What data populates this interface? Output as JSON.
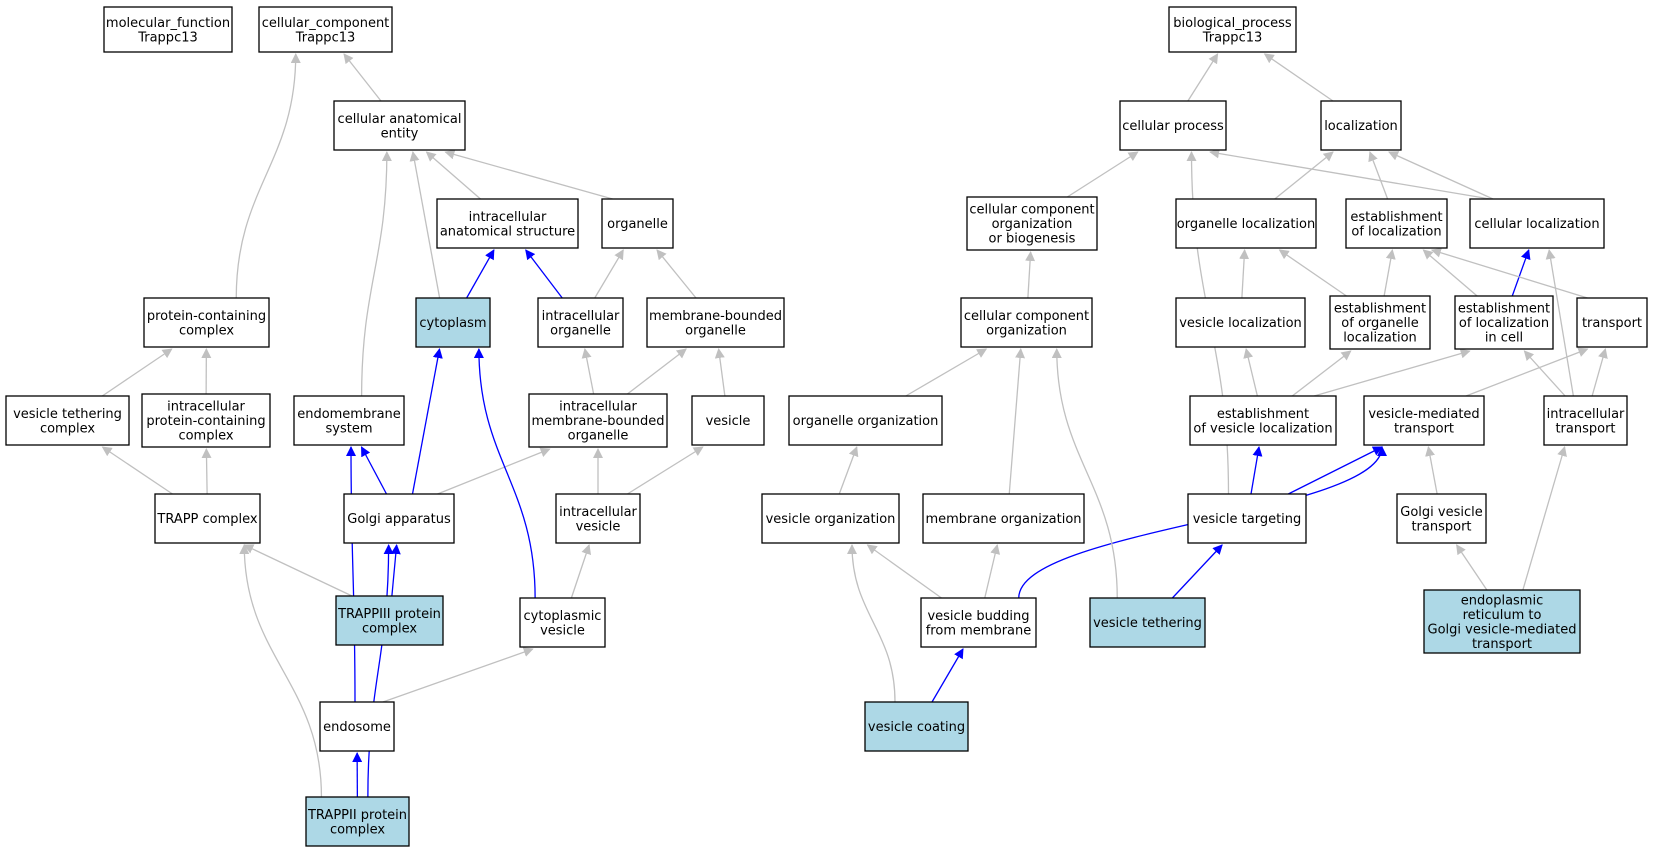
{
  "colors": {
    "node_fill": "#ffffff",
    "highlight_fill": "#add8e6",
    "border": "#000000",
    "edge_gray": "#c0c0c0",
    "edge_blue": "#0000ff"
  },
  "nodes": [
    {
      "id": "molecular_function",
      "lines": [
        "molecular_function",
        "Trappc13"
      ],
      "highlight": false
    },
    {
      "id": "cellular_component",
      "lines": [
        "cellular_component",
        "Trappc13"
      ],
      "highlight": false
    },
    {
      "id": "biological_process",
      "lines": [
        "biological_process",
        "Trappc13"
      ],
      "highlight": false
    },
    {
      "id": "cellular_anatomical_entity",
      "lines": [
        "cellular anatomical",
        "entity"
      ],
      "highlight": false
    },
    {
      "id": "intracellular_anatomical_structure",
      "lines": [
        "intracellular",
        "anatomical structure"
      ],
      "highlight": false
    },
    {
      "id": "organelle",
      "lines": [
        "organelle"
      ],
      "highlight": false
    },
    {
      "id": "protein_containing_complex",
      "lines": [
        "protein-containing",
        "complex"
      ],
      "highlight": false
    },
    {
      "id": "cytoplasm",
      "lines": [
        "cytoplasm"
      ],
      "highlight": true
    },
    {
      "id": "intracellular_organelle",
      "lines": [
        "intracellular",
        "organelle"
      ],
      "highlight": false
    },
    {
      "id": "membrane_bounded_organelle",
      "lines": [
        "membrane-bounded",
        "organelle"
      ],
      "highlight": false
    },
    {
      "id": "vesicle_tethering_complex",
      "lines": [
        "vesicle tethering",
        "complex"
      ],
      "highlight": false
    },
    {
      "id": "intracellular_protein_containing_complex",
      "lines": [
        "intracellular",
        "protein-containing",
        "complex"
      ],
      "highlight": false
    },
    {
      "id": "endomembrane_system",
      "lines": [
        "endomembrane",
        "system"
      ],
      "highlight": false
    },
    {
      "id": "intracellular_membrane_bounded_organelle",
      "lines": [
        "intracellular",
        "membrane-bounded",
        "organelle"
      ],
      "highlight": false
    },
    {
      "id": "vesicle",
      "lines": [
        "vesicle"
      ],
      "highlight": false
    },
    {
      "id": "trapp_complex",
      "lines": [
        "TRAPP complex"
      ],
      "highlight": false
    },
    {
      "id": "golgi_apparatus",
      "lines": [
        "Golgi apparatus"
      ],
      "highlight": false
    },
    {
      "id": "intracellular_vesicle",
      "lines": [
        "intracellular",
        "vesicle"
      ],
      "highlight": false
    },
    {
      "id": "trappiii_protein_complex",
      "lines": [
        "TRAPPIII protein",
        "complex"
      ],
      "highlight": true
    },
    {
      "id": "cytoplasmic_vesicle",
      "lines": [
        "cytoplasmic",
        "vesicle"
      ],
      "highlight": false
    },
    {
      "id": "endosome",
      "lines": [
        "endosome"
      ],
      "highlight": false
    },
    {
      "id": "trappii_protein_complex",
      "lines": [
        "TRAPPII protein",
        "complex"
      ],
      "highlight": true
    },
    {
      "id": "cellular_process",
      "lines": [
        "cellular process"
      ],
      "highlight": false
    },
    {
      "id": "localization",
      "lines": [
        "localization"
      ],
      "highlight": false
    },
    {
      "id": "cellular_component_organization_or_biogenesis",
      "lines": [
        "cellular component",
        "organization",
        "or biogenesis"
      ],
      "highlight": false
    },
    {
      "id": "organelle_localization",
      "lines": [
        "organelle localization"
      ],
      "highlight": false
    },
    {
      "id": "establishment_of_localization",
      "lines": [
        "establishment",
        "of localization"
      ],
      "highlight": false
    },
    {
      "id": "cellular_localization",
      "lines": [
        "cellular localization"
      ],
      "highlight": false
    },
    {
      "id": "cellular_component_organization",
      "lines": [
        "cellular component",
        "organization"
      ],
      "highlight": false
    },
    {
      "id": "vesicle_localization",
      "lines": [
        "vesicle localization"
      ],
      "highlight": false
    },
    {
      "id": "establishment_of_organelle_localization",
      "lines": [
        "establishment",
        "of organelle",
        "localization"
      ],
      "highlight": false
    },
    {
      "id": "establishment_of_localization_in_cell",
      "lines": [
        "establishment",
        "of localization",
        "in cell"
      ],
      "highlight": false
    },
    {
      "id": "transport",
      "lines": [
        "transport"
      ],
      "highlight": false
    },
    {
      "id": "organelle_organization",
      "lines": [
        "organelle organization"
      ],
      "highlight": false
    },
    {
      "id": "establishment_of_vesicle_localization",
      "lines": [
        "establishment",
        "of vesicle localization"
      ],
      "highlight": false
    },
    {
      "id": "vesicle_mediated_transport",
      "lines": [
        "vesicle-mediated",
        "transport"
      ],
      "highlight": false
    },
    {
      "id": "intracellular_transport",
      "lines": [
        "intracellular",
        "transport"
      ],
      "highlight": false
    },
    {
      "id": "vesicle_organization",
      "lines": [
        "vesicle organization"
      ],
      "highlight": false
    },
    {
      "id": "membrane_organization",
      "lines": [
        "membrane organization"
      ],
      "highlight": false
    },
    {
      "id": "vesicle_targeting",
      "lines": [
        "vesicle targeting"
      ],
      "highlight": false
    },
    {
      "id": "golgi_vesicle_transport",
      "lines": [
        "Golgi vesicle",
        "transport"
      ],
      "highlight": false
    },
    {
      "id": "vesicle_budding_from_membrane",
      "lines": [
        "vesicle budding",
        "from membrane"
      ],
      "highlight": false
    },
    {
      "id": "vesicle_tethering",
      "lines": [
        "vesicle tethering"
      ],
      "highlight": true
    },
    {
      "id": "er_to_golgi_vesicle_mediated_transport",
      "lines": [
        "endoplasmic",
        "reticulum to",
        "Golgi vesicle-mediated",
        "transport"
      ],
      "highlight": true
    },
    {
      "id": "vesicle_coating",
      "lines": [
        "vesicle coating"
      ],
      "highlight": true
    }
  ],
  "edges": [
    {
      "from": "cellular_anatomical_entity",
      "to": "cellular_component",
      "color": "gray"
    },
    {
      "from": "protein_containing_complex",
      "to": "cellular_component",
      "color": "gray"
    },
    {
      "from": "intracellular_anatomical_structure",
      "to": "cellular_anatomical_entity",
      "color": "gray"
    },
    {
      "from": "organelle",
      "to": "cellular_anatomical_entity",
      "color": "gray"
    },
    {
      "from": "cytoplasm",
      "to": "cellular_anatomical_entity",
      "color": "gray"
    },
    {
      "from": "endomembrane_system",
      "to": "cellular_anatomical_entity",
      "color": "gray"
    },
    {
      "from": "cytoplasm",
      "to": "intracellular_anatomical_structure",
      "color": "blue"
    },
    {
      "from": "intracellular_organelle",
      "to": "intracellular_anatomical_structure",
      "color": "blue"
    },
    {
      "from": "intracellular_organelle",
      "to": "organelle",
      "color": "gray"
    },
    {
      "from": "membrane_bounded_organelle",
      "to": "organelle",
      "color": "gray"
    },
    {
      "from": "vesicle_tethering_complex",
      "to": "protein_containing_complex",
      "color": "gray"
    },
    {
      "from": "intracellular_protein_containing_complex",
      "to": "protein_containing_complex",
      "color": "gray"
    },
    {
      "from": "intracellular_membrane_bounded_organelle",
      "to": "intracellular_organelle",
      "color": "gray"
    },
    {
      "from": "intracellular_membrane_bounded_organelle",
      "to": "membrane_bounded_organelle",
      "color": "gray"
    },
    {
      "from": "vesicle",
      "to": "membrane_bounded_organelle",
      "color": "gray"
    },
    {
      "from": "trapp_complex",
      "to": "vesicle_tethering_complex",
      "color": "gray"
    },
    {
      "from": "trapp_complex",
      "to": "intracellular_protein_containing_complex",
      "color": "gray"
    },
    {
      "from": "golgi_apparatus",
      "to": "endomembrane_system",
      "color": "blue"
    },
    {
      "from": "golgi_apparatus",
      "to": "cytoplasm",
      "color": "blue"
    },
    {
      "from": "golgi_apparatus",
      "to": "intracellular_membrane_bounded_organelle",
      "color": "gray"
    },
    {
      "from": "intracellular_vesicle",
      "to": "intracellular_membrane_bounded_organelle",
      "color": "gray"
    },
    {
      "from": "intracellular_vesicle",
      "to": "vesicle",
      "color": "gray"
    },
    {
      "from": "trappiii_protein_complex",
      "to": "trapp_complex",
      "color": "gray"
    },
    {
      "from": "trappiii_protein_complex",
      "to": "golgi_apparatus",
      "color": "blue"
    },
    {
      "from": "cytoplasmic_vesicle",
      "to": "intracellular_vesicle",
      "color": "gray"
    },
    {
      "from": "cytoplasmic_vesicle",
      "to": "cytoplasm",
      "color": "blue"
    },
    {
      "from": "endosome",
      "to": "endomembrane_system",
      "color": "blue"
    },
    {
      "from": "endosome",
      "to": "cytoplasmic_vesicle",
      "color": "gray"
    },
    {
      "from": "trappii_protein_complex",
      "to": "endosome",
      "color": "blue"
    },
    {
      "from": "trappii_protein_complex",
      "to": "trapp_complex",
      "color": "gray"
    },
    {
      "from": "trappii_protein_complex",
      "to": "golgi_apparatus",
      "color": "blue"
    },
    {
      "from": "cellular_process",
      "to": "biological_process",
      "color": "gray"
    },
    {
      "from": "localization",
      "to": "biological_process",
      "color": "gray"
    },
    {
      "from": "cellular_component_organization_or_biogenesis",
      "to": "cellular_process",
      "color": "gray"
    },
    {
      "from": "cellular_localization",
      "to": "cellular_process",
      "color": "gray"
    },
    {
      "from": "organelle_localization",
      "to": "localization",
      "color": "gray"
    },
    {
      "from": "establishment_of_localization",
      "to": "localization",
      "color": "gray"
    },
    {
      "from": "cellular_localization",
      "to": "localization",
      "color": "gray"
    },
    {
      "from": "cellular_component_organization",
      "to": "cellular_component_organization_or_biogenesis",
      "color": "gray"
    },
    {
      "from": "vesicle_localization",
      "to": "organelle_localization",
      "color": "gray"
    },
    {
      "from": "establishment_of_organelle_localization",
      "to": "organelle_localization",
      "color": "gray"
    },
    {
      "from": "establishment_of_organelle_localization",
      "to": "establishment_of_localization",
      "color": "gray"
    },
    {
      "from": "establishment_of_localization_in_cell",
      "to": "establishment_of_localization",
      "color": "gray"
    },
    {
      "from": "establishment_of_localization_in_cell",
      "to": "cellular_localization",
      "color": "blue"
    },
    {
      "from": "transport",
      "to": "establishment_of_localization",
      "color": "gray"
    },
    {
      "from": "organelle_organization",
      "to": "cellular_component_organization",
      "color": "gray"
    },
    {
      "from": "establishment_of_vesicle_localization",
      "to": "vesicle_localization",
      "color": "gray"
    },
    {
      "from": "establishment_of_vesicle_localization",
      "to": "establishment_of_organelle_localization",
      "color": "gray"
    },
    {
      "from": "establishment_of_vesicle_localization",
      "to": "establishment_of_localization_in_cell",
      "color": "gray"
    },
    {
      "from": "vesicle_mediated_transport",
      "to": "transport",
      "color": "gray"
    },
    {
      "from": "intracellular_transport",
      "to": "establishment_of_localization_in_cell",
      "color": "gray"
    },
    {
      "from": "intracellular_transport",
      "to": "transport",
      "color": "gray"
    },
    {
      "from": "intracellular_transport",
      "to": "cellular_localization",
      "color": "gray"
    },
    {
      "from": "vesicle_organization",
      "to": "organelle_organization",
      "color": "gray"
    },
    {
      "from": "membrane_organization",
      "to": "cellular_component_organization",
      "color": "gray"
    },
    {
      "from": "vesicle_targeting",
      "to": "establishment_of_vesicle_localization",
      "color": "blue"
    },
    {
      "from": "vesicle_targeting",
      "to": "vesicle_mediated_transport",
      "color": "blue"
    },
    {
      "from": "vesicle_targeting",
      "to": "cellular_process",
      "color": "gray"
    },
    {
      "from": "golgi_vesicle_transport",
      "to": "vesicle_mediated_transport",
      "color": "gray"
    },
    {
      "from": "vesicle_budding_from_membrane",
      "to": "vesicle_organization",
      "color": "gray"
    },
    {
      "from": "vesicle_budding_from_membrane",
      "to": "membrane_organization",
      "color": "gray"
    },
    {
      "from": "vesicle_budding_from_membrane",
      "to": "vesicle_mediated_transport",
      "color": "blue"
    },
    {
      "from": "vesicle_tethering",
      "to": "vesicle_targeting",
      "color": "blue"
    },
    {
      "from": "vesicle_tethering",
      "to": "cellular_component_organization",
      "color": "gray"
    },
    {
      "from": "er_to_golgi_vesicle_mediated_transport",
      "to": "golgi_vesicle_transport",
      "color": "gray"
    },
    {
      "from": "er_to_golgi_vesicle_mediated_transport",
      "to": "intracellular_transport",
      "color": "gray"
    },
    {
      "from": "vesicle_coating",
      "to": "vesicle_budding_from_membrane",
      "color": "blue"
    },
    {
      "from": "vesicle_coating",
      "to": "vesicle_organization",
      "color": "gray"
    }
  ]
}
